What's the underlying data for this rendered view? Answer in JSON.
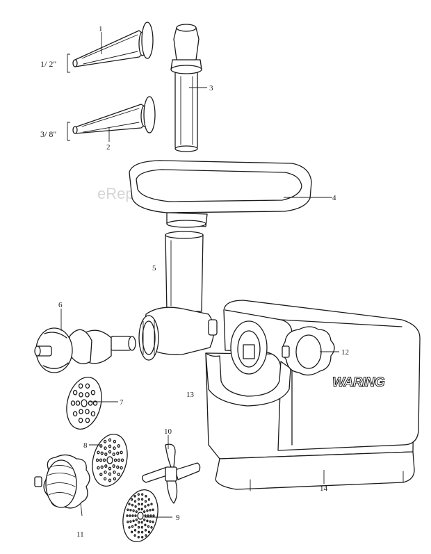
{
  "watermark": "eReplacementParts.com",
  "brand_label": "WARING",
  "size_labels": {
    "half_inch": "1/ 2\"",
    "three_eighths": "3/ 8\""
  },
  "callouts": {
    "p1": "1",
    "p2": "2",
    "p3": "3",
    "p4": "4",
    "p5": "5",
    "p6": "6",
    "p7": "7",
    "p8": "8",
    "p9": "9",
    "p10": "10",
    "p11": "11",
    "p12": "12",
    "p13": "13",
    "p14": "14"
  }
}
